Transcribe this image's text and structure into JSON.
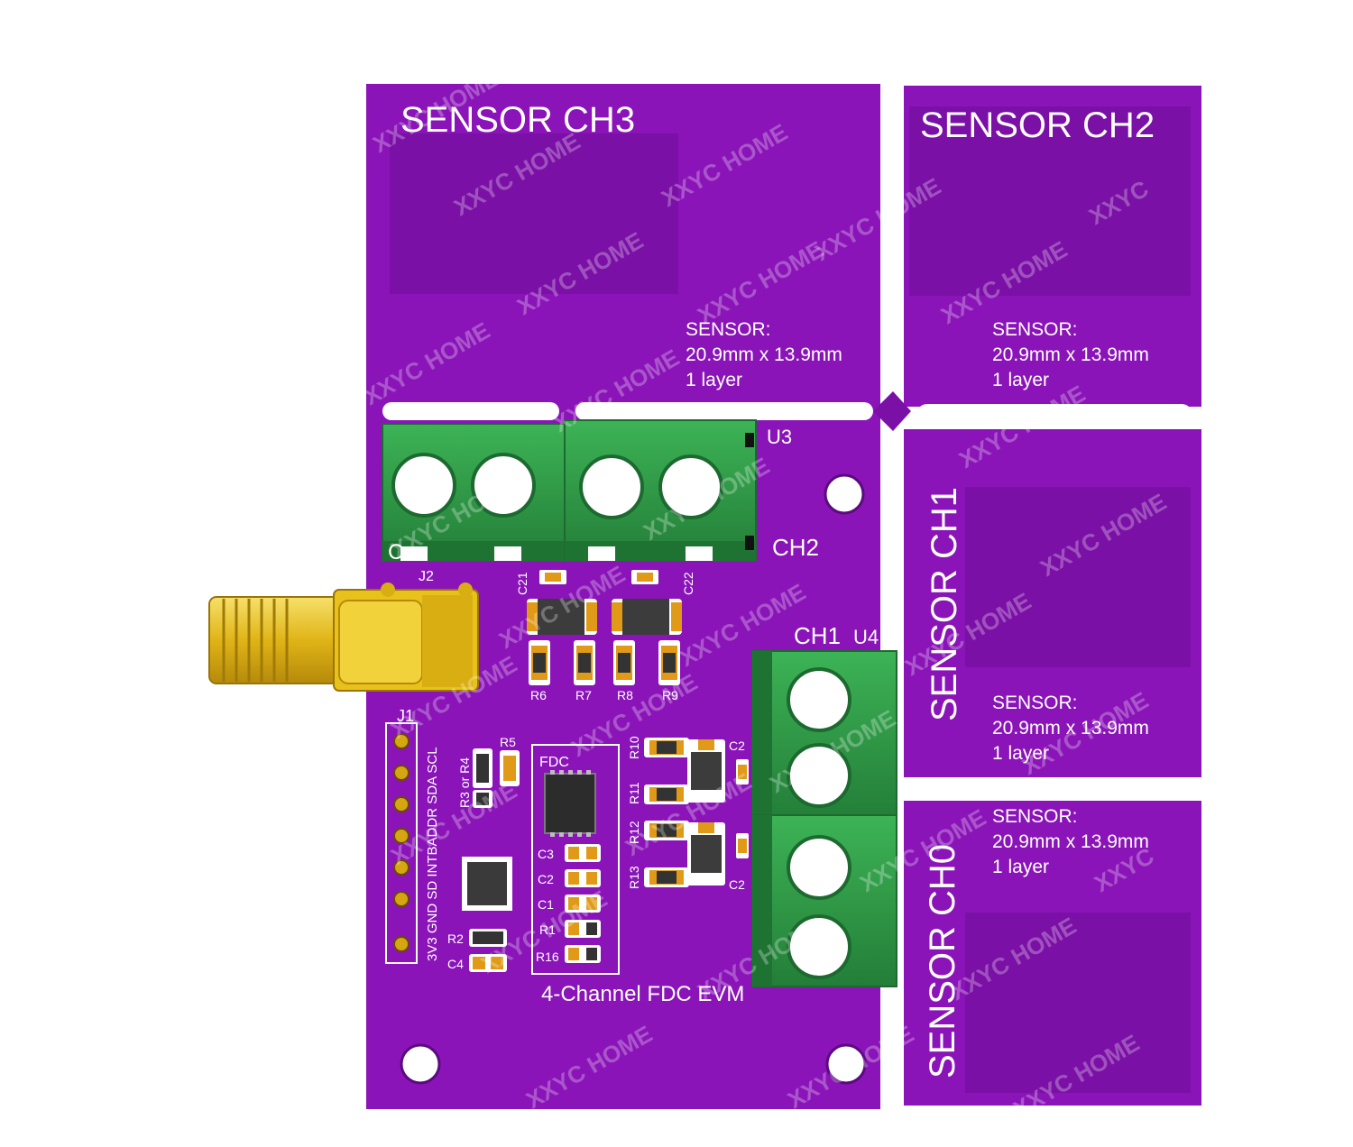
{
  "sensors": {
    "ch3": {
      "title": "SENSOR CH3"
    },
    "ch2": {
      "title": "SENSOR CH2"
    },
    "ch1": {
      "title": "SENSOR CH1"
    },
    "ch0": {
      "title": "SENSOR CH0"
    },
    "spec": {
      "line1": "SENSOR:",
      "line2": "20.9mm x 13.9mm",
      "line3": "1 layer"
    }
  },
  "board": {
    "title": "4-Channel FDC EVM",
    "chip_label": "FDC",
    "connector_labels": {
      "u3": "U3",
      "ch2": "CH2",
      "ch1": "CH1",
      "u4": "U4",
      "j1": "J1",
      "j2": "J2",
      "ch_left": "C"
    },
    "header_pins": "3V3 GND SD INTBADDR SDA SCL",
    "components": {
      "c21": "C21",
      "c22": "C22",
      "r6": "R6",
      "r7": "R7",
      "r8": "R8",
      "r9": "R9",
      "r5": "R5",
      "r3r4": "R3 or R4",
      "r10": "R10",
      "r11": "R11",
      "r12": "R12",
      "r13": "R13",
      "c2a": "C2",
      "c2b": "C2",
      "c3": "C3",
      "c2": "C2",
      "c1": "C1",
      "r1": "R1",
      "r16": "R16",
      "r2": "R2",
      "c4": "C4"
    }
  },
  "watermark": "XXYC HOME",
  "watermark_partial": "XXYC",
  "colors": {
    "pcb": "#8a14b8",
    "pcb_dark": "#6f0e96",
    "sensor_pad": "#7a10a6",
    "terminal": "#2f9a46",
    "terminal_dark": "#217a36",
    "sma_gold": "#e7c21a",
    "silk": "#ffffff"
  }
}
